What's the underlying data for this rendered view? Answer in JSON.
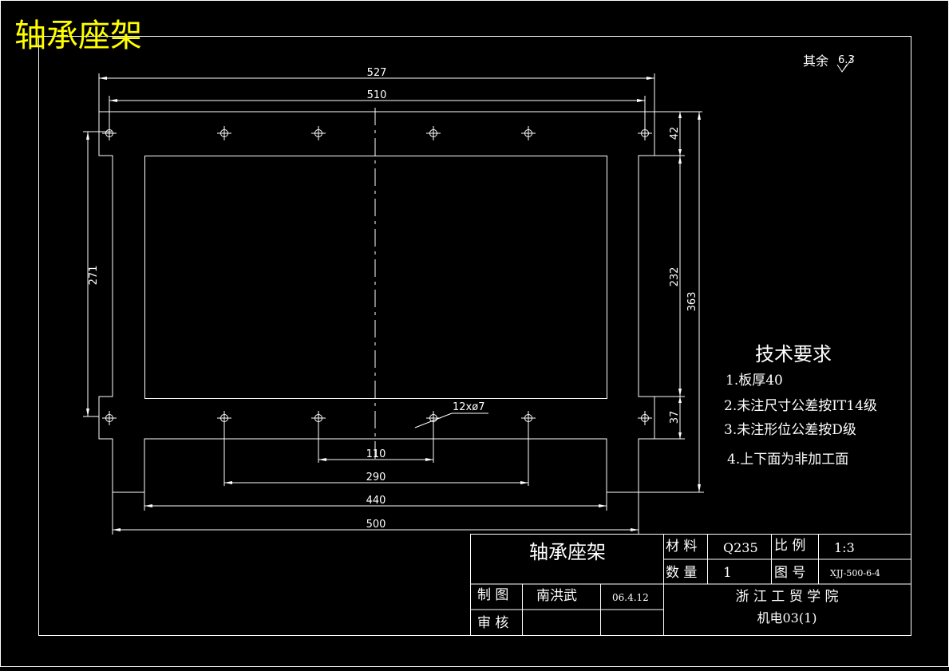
{
  "corner_title": "轴承座架",
  "roughness_note": {
    "prefix": "其余",
    "value": "6.3"
  },
  "dimensions": {
    "d527": "527",
    "d510": "510",
    "d271": "271",
    "d232": "232",
    "d363": "363",
    "d42": "42",
    "d37": "37",
    "d110": "110",
    "d290": "290",
    "d440": "440",
    "d500": "500",
    "holes": "12xø7"
  },
  "tech_req": {
    "heading": "技术要求",
    "items": [
      "1.板厚40",
      "2.未注尺寸公差按IT14级",
      "3.未注形位公差按D级",
      "4.上下面为非加工面"
    ]
  },
  "title_block": {
    "part_name": "轴承座架",
    "material_label": "材 料",
    "material": "Q235",
    "scale_label": "比 例",
    "scale": "1:3",
    "qty_label": "数 量",
    "qty": "1",
    "drawing_no_label": "图 号",
    "drawing_no": "XJJ-500-6-4",
    "drawn_label": "制 图",
    "drawn_by": "南洪武",
    "date": "06.4.12",
    "checked_label": "审 核",
    "school": "浙 江 工 贸 学 院",
    "class": "机电03(1)"
  }
}
